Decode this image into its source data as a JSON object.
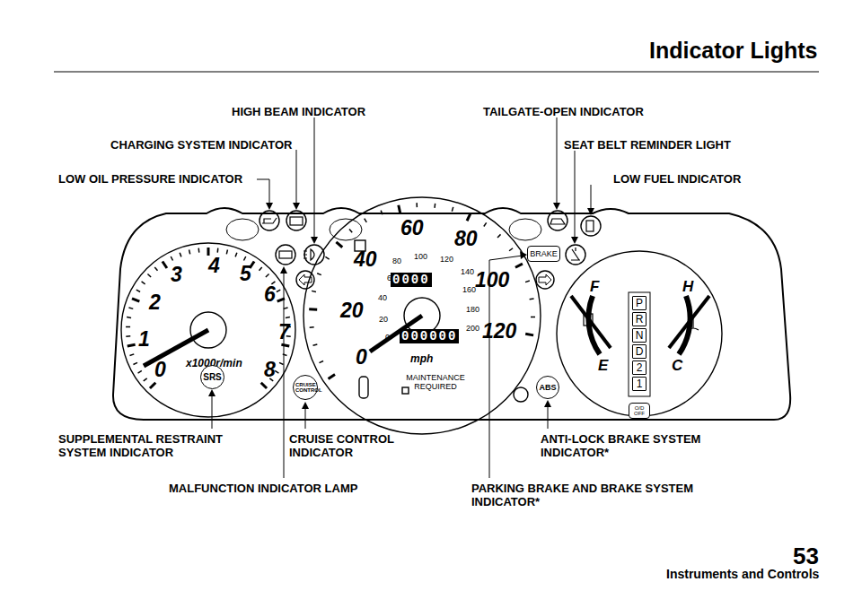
{
  "diagram": {
    "title": "Indicator Lights",
    "nodes": [
      {
        "text": [
          "SRS"
        ]
      },
      {
        "text": [
          "CRUISE CONTROL"
        ]
      },
      {
        "text": [
          "BRAKE"
        ]
      },
      {
        "text": [
          "ABS"
        ]
      },
      {
        "text": [
          "P"
        ]
      },
      {
        "text": [
          "R"
        ]
      },
      {
        "text": [
          "N"
        ]
      },
      {
        "text": [
          "D"
        ]
      },
      {
        "text": [
          "2"
        ]
      },
      {
        "text": [
          "1"
        ]
      },
      {
        "text": [
          "O/D OFF"
        ]
      }
    ],
    "labels": [
      "HIGH BEAM INDICATOR",
      "TAILGATE-OPEN INDICATOR",
      "CHARGING SYSTEM INDICATOR",
      "SEAT BELT REMINDER LIGHT",
      "LOW OIL PRESSURE INDICATOR",
      "LOW FUEL INDICATOR",
      "SUPPLEMENTAL RESTRAINT SYSTEM INDICATOR",
      "CRUISE CONTROL INDICATOR",
      "ANTI-LOCK BRAKE SYSTEM INDICATOR*",
      "MALFUNCTION INDICATOR LAMP",
      "PARKING BRAKE AND BRAKE SYSTEM INDICATOR*",
      "0",
      "1",
      "2",
      "3",
      "4",
      "5",
      "6",
      "7",
      "8",
      "x1000r/min",
      "0",
      "20",
      "40",
      "60",
      "80",
      "100",
      "120",
      "mph",
      "0",
      "20",
      "40",
      "60",
      "80",
      "100",
      "120",
      "140",
      "160",
      "180",
      "200",
      "0000",
      "000000",
      "MAINTENANCE REQUIRED",
      "F",
      "E",
      "H",
      "C",
      "Instruments and Controls",
      "53"
    ]
  }
}
